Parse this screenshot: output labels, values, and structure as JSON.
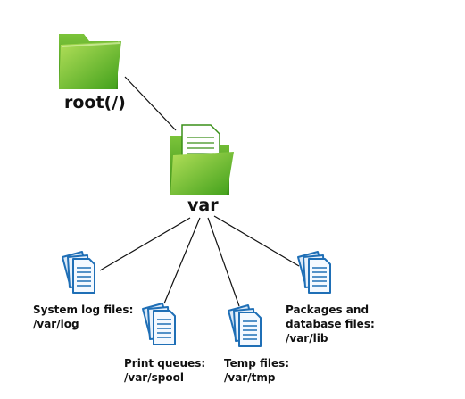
{
  "colors": {
    "folder_light": "#9ed64a",
    "folder_dark": "#4fae1f",
    "doc_blue": "#1f6fb6",
    "doc_fill": "#eef5fc",
    "line": "#111111"
  },
  "nodes": {
    "root": {
      "label": "root(/)",
      "icon": "folder-icon"
    },
    "var": {
      "label": "var",
      "icon": "folder-with-documents-icon"
    },
    "log": {
      "line1": "System log files:",
      "line2": "/var/log",
      "icon": "documents-icon"
    },
    "spool": {
      "line1": "Print queues:",
      "line2": "/var/spool",
      "icon": "documents-icon"
    },
    "tmp": {
      "line1": "Temp files:",
      "line2": "/var/tmp",
      "icon": "documents-icon"
    },
    "lib": {
      "line1": "Packages and",
      "line2": "database files:",
      "line3": "/var/lib",
      "icon": "documents-icon"
    }
  }
}
